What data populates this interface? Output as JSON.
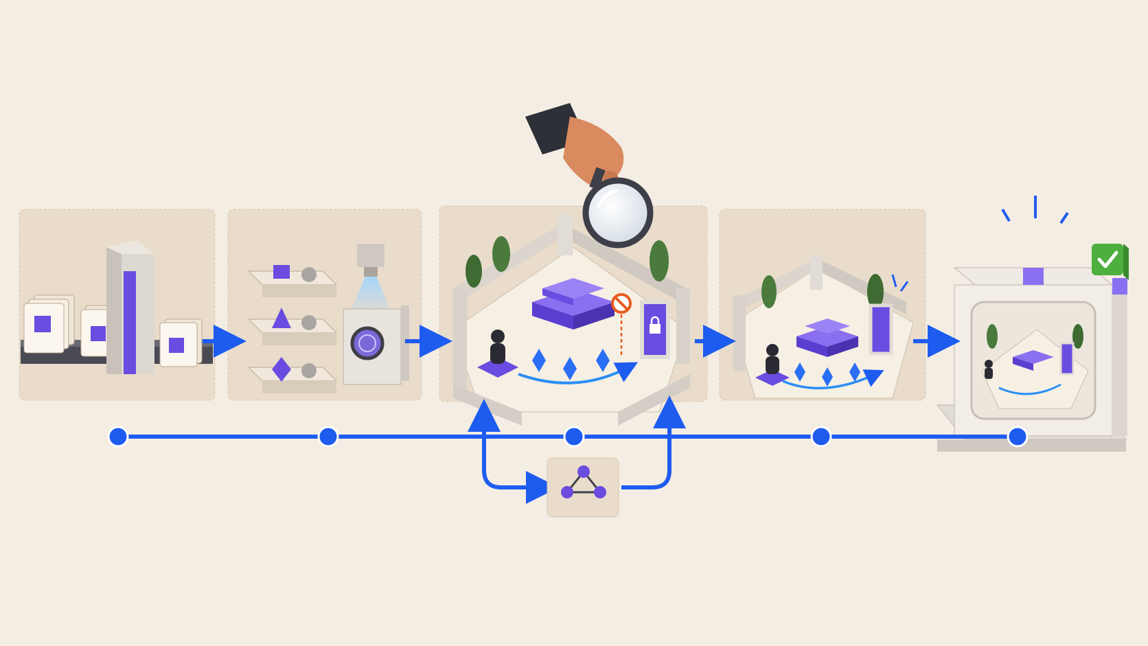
{
  "diagram": {
    "stages": [
      {
        "id": "ingest",
        "icon": "card-conveyor-gate-icon"
      },
      {
        "id": "classify",
        "icon": "tray-scanner-icon"
      },
      {
        "id": "inspect",
        "icon": "walled-garden-locked-door-icon"
      },
      {
        "id": "refine",
        "icon": "walled-garden-open-door-icon"
      },
      {
        "id": "package",
        "icon": "sealed-box-icon"
      }
    ],
    "side_node": {
      "icon": "graph-nodes-icon"
    },
    "inspector": {
      "icon": "hand-magnifier-icon"
    },
    "approval": {
      "icon": "check-badge-icon"
    },
    "colors": {
      "background": "#f4ede3",
      "panel": "#e9dccb",
      "flow": "#1e5cf0",
      "accent": "#6a4ce0",
      "stone": "#e2ddd6",
      "foliage": "#4a7a3c",
      "warning": "#e85a1e",
      "check": "#4caf3e"
    }
  }
}
